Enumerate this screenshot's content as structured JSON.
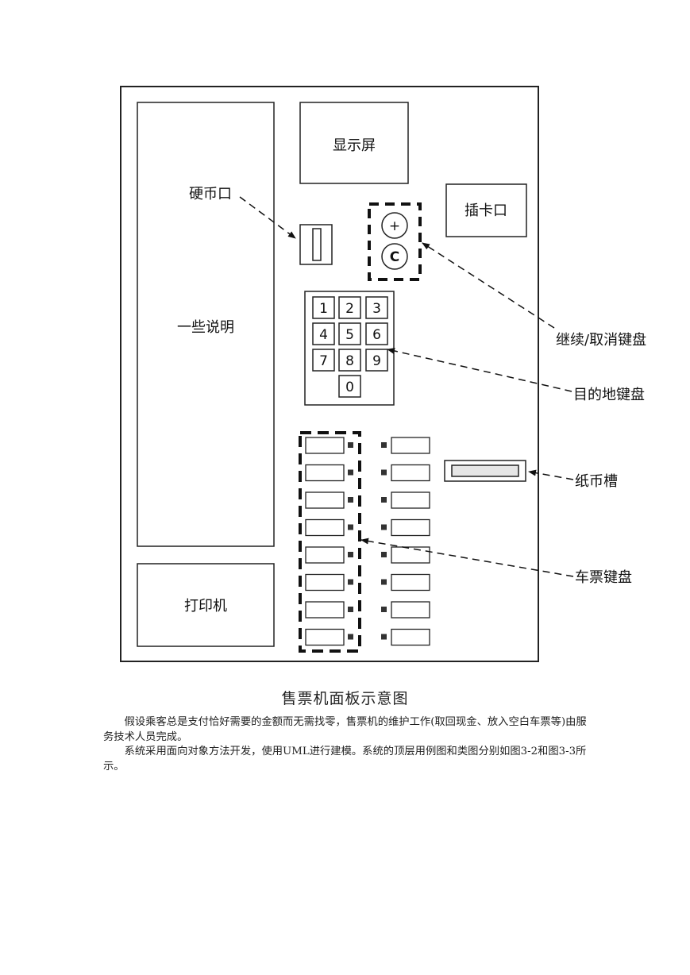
{
  "diagram": {
    "display_label": "显示屏",
    "coin_label": "硬币口",
    "card_label": "插卡口",
    "instructions_label": "一些说明",
    "printer_label": "打印机",
    "continue_cancel_label": "继续/取消键盘",
    "destination_label": "目的地键盘",
    "bill_slot_label": "纸币槽",
    "ticket_keypad_label": "车票键盘",
    "plus_key": "+",
    "cancel_key": "C",
    "digit_keys": [
      "1",
      "2",
      "3",
      "4",
      "5",
      "6",
      "7",
      "8",
      "9",
      "0"
    ]
  },
  "caption": "售票机面板示意图",
  "paragraphs": [
    "假设乘客总是支付恰好需要的金额而无需找零，售票机的维护工作(取回现金、放入空白车票等)由服务技术人员完成。",
    "系统采用面向对象方法开发，使用UML进行建模。系统的顶层用例图和类图分别如图3-2和图3-3所示。"
  ]
}
